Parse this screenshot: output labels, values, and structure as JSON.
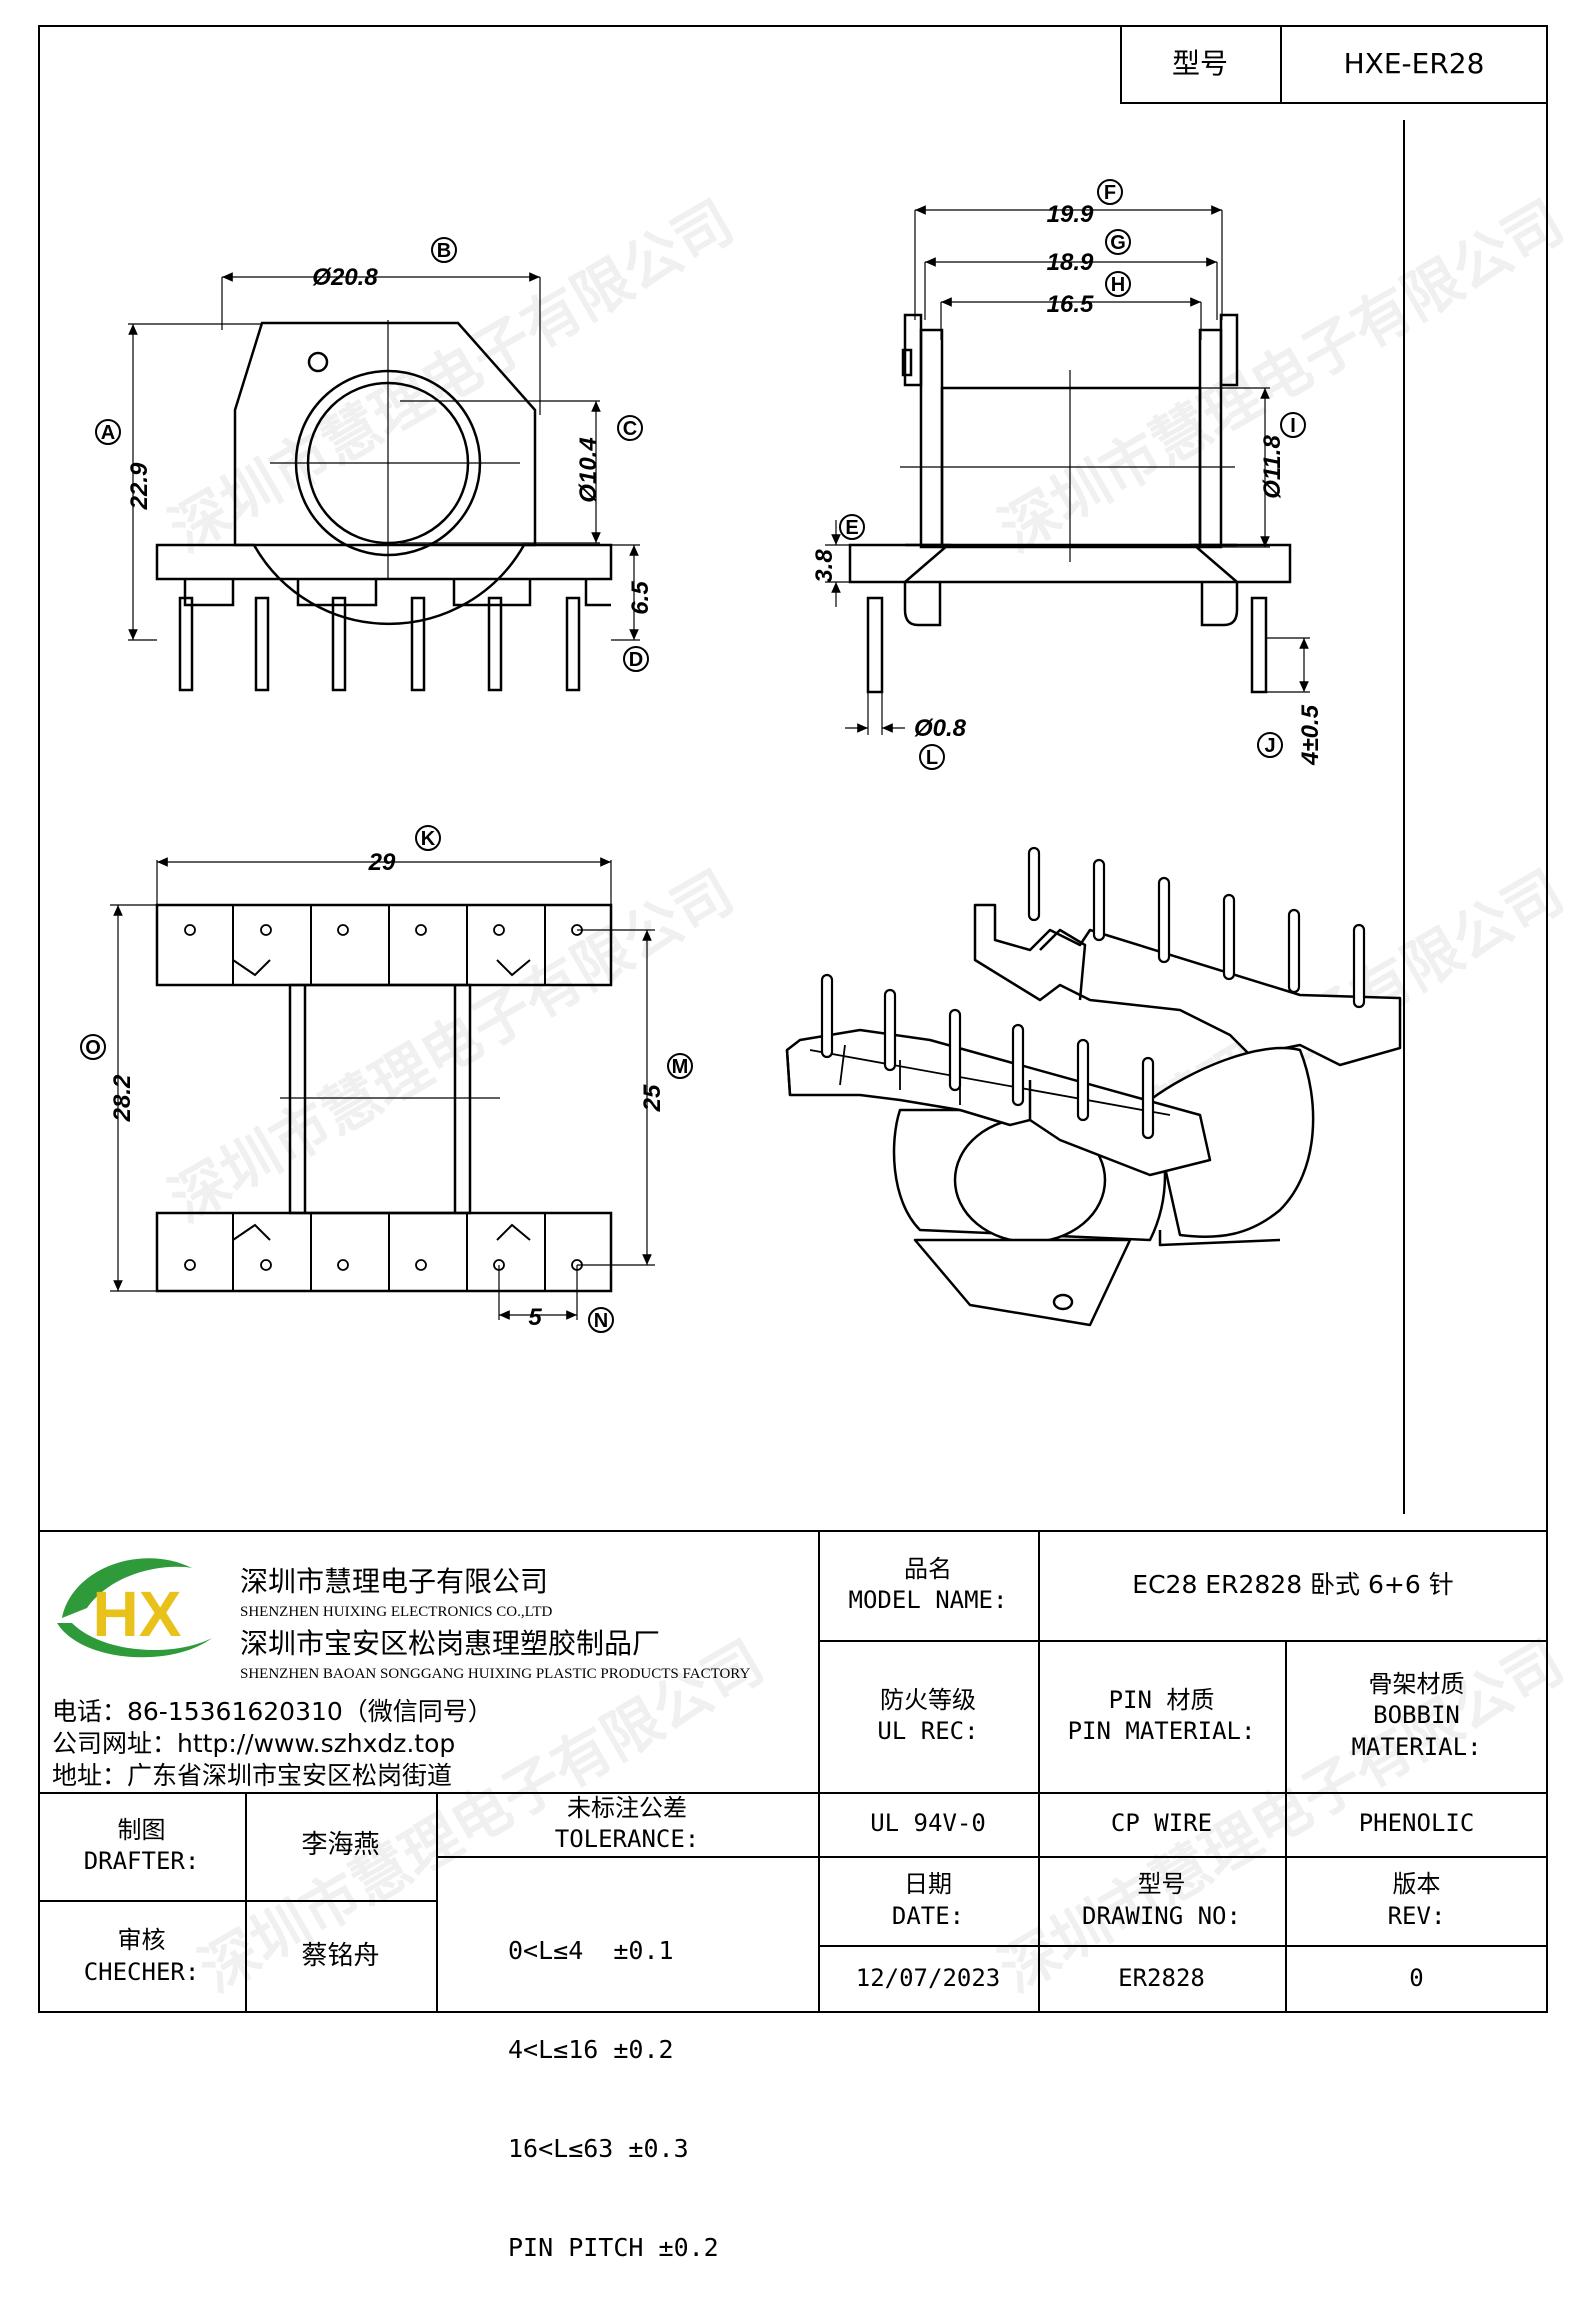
{
  "header": {
    "model_label": "型号",
    "model_value": "HXE-ER28"
  },
  "watermark": "深圳市慧理电子有限公司",
  "views": {
    "front": {
      "B": "Ø20.8",
      "A": "22.9",
      "C": "Ø10.4",
      "D": "6.5"
    },
    "side": {
      "F": "19.9",
      "G": "18.9",
      "H": "16.5",
      "I": "Ø11.8",
      "E": "3.8",
      "L": "Ø0.8",
      "J": "4±0.5"
    },
    "bottom": {
      "K": "29",
      "O": "28.2",
      "M": "25",
      "N": "5"
    },
    "letters": [
      "A",
      "B",
      "C",
      "D",
      "E",
      "F",
      "G",
      "H",
      "I",
      "J",
      "K",
      "L",
      "M",
      "N",
      "O"
    ]
  },
  "company": {
    "name_cn": "深圳市慧理电子有限公司",
    "name_en": "SHENZHEN HUIXING ELECTRONICS CO.,LTD",
    "factory_cn": "深圳市宝安区松岗惠理塑胶制品厂",
    "factory_en": "SHENZHEN BAOAN SONGGANG HUIXING PLASTIC PRODUCTS FACTORY",
    "phone": "电话：86-15361620310（微信同号）",
    "website": "公司网址：http://www.szhxdz.top",
    "address": "地址：广东省深圳市宝安区松岗街道",
    "logo_text": "HX",
    "logo_green": "#2e9a3a",
    "logo_yellow": "#e8c11a"
  },
  "title_block": {
    "model_name_cn": "品名",
    "model_name_en": "MODEL NAME:",
    "model_name_value": "EC28 ER2828 卧式 6+6 针",
    "ul_cn": "防火等级",
    "ul_en": "UL REC:",
    "pin_cn": "PIN 材质",
    "pin_en": "PIN MATERIAL:",
    "bobbin_cn": "骨架材质",
    "bobbin_en1": "BOBBIN",
    "bobbin_en2": "MATERIAL:",
    "ul_value": "UL 94V-0",
    "pin_value": "CP WIRE",
    "bobbin_value": "PHENOLIC",
    "drafter_cn": "制图",
    "drafter_en": "DRAFTER:",
    "drafter_name": "李海燕",
    "checker_cn": "审核",
    "checker_en": "CHECHER:",
    "checker_name": "蔡铭舟",
    "tol_cn": "未标注公差",
    "tol_en": "TOLERANCE:",
    "tolerances": [
      "0<L≤4  ±0.1",
      "4<L≤16 ±0.2",
      "16<L≤63 ±0.3",
      "PIN PITCH ±0.2"
    ],
    "date_cn": "日期",
    "date_en": "DATE:",
    "drawing_cn": "型号",
    "drawing_en": "DRAWING NO:",
    "rev_cn": "版本",
    "rev_en": "REV:",
    "date_value": "12/07/2023",
    "drawing_value": "ER2828",
    "rev_value": "0"
  }
}
